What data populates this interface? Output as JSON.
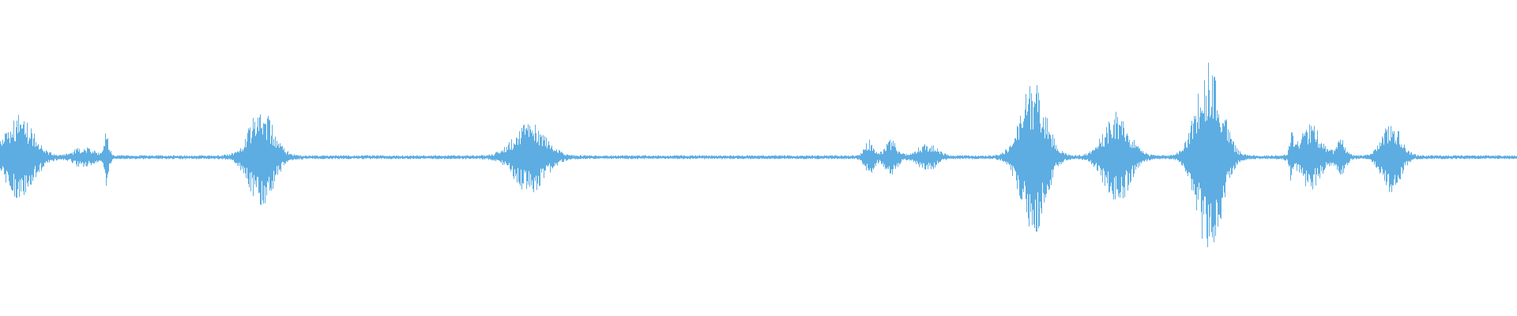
{
  "waveform": {
    "color": "#5dade2",
    "background": "#ffffff",
    "baseline_amplitude": 0.012,
    "noise_amplitude": 0.025,
    "bursts": [
      {
        "t": 0.013,
        "w": 0.018,
        "amp": 0.26
      },
      {
        "t": 0.055,
        "w": 0.012,
        "amp": 0.06
      },
      {
        "t": 0.07,
        "w": 0.003,
        "amp": 0.18
      },
      {
        "t": 0.172,
        "w": 0.016,
        "amp": 0.3
      },
      {
        "t": 0.349,
        "w": 0.02,
        "amp": 0.22
      },
      {
        "t": 0.573,
        "w": 0.006,
        "amp": 0.1
      },
      {
        "t": 0.587,
        "w": 0.008,
        "amp": 0.1
      },
      {
        "t": 0.611,
        "w": 0.012,
        "amp": 0.08
      },
      {
        "t": 0.681,
        "w": 0.016,
        "amp": 0.48
      },
      {
        "t": 0.736,
        "w": 0.016,
        "amp": 0.3
      },
      {
        "t": 0.797,
        "w": 0.016,
        "amp": 0.62
      },
      {
        "t": 0.851,
        "w": 0.002,
        "amp": 0.14
      },
      {
        "t": 0.864,
        "w": 0.014,
        "amp": 0.2
      },
      {
        "t": 0.884,
        "w": 0.006,
        "amp": 0.1
      },
      {
        "t": 0.917,
        "w": 0.012,
        "amp": 0.22
      }
    ]
  }
}
